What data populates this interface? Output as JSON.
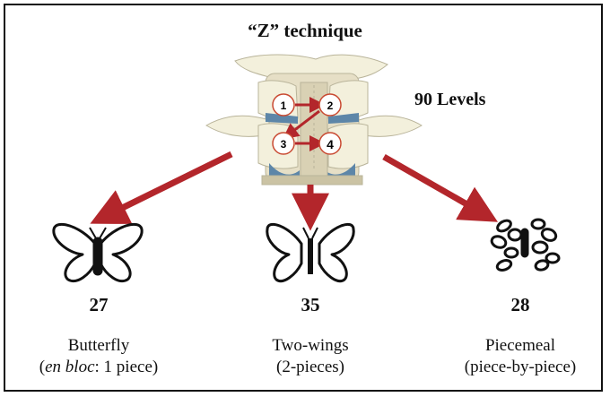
{
  "title": "“Z” technique",
  "total_label": "90 Levels",
  "steps": [
    "1",
    "2",
    "3",
    "4"
  ],
  "outcomes": [
    {
      "count": "27",
      "name": "Butterfly",
      "detail_em": "en bloc",
      "detail_rest": ": 1 piece)",
      "detail_open": "("
    },
    {
      "count": "35",
      "name": "Two-wings",
      "detail_em": "",
      "detail_rest": "2-pieces)",
      "detail_open": "("
    },
    {
      "count": "28",
      "name": "Piecemeal",
      "detail_em": "",
      "detail_rest": "piece-by-piece)",
      "detail_open": "("
    }
  ],
  "colors": {
    "arrow": "#b3262b",
    "circle_stroke": "#c94a32",
    "bone": "#f3f0dc",
    "disc": "#5d86a8"
  }
}
